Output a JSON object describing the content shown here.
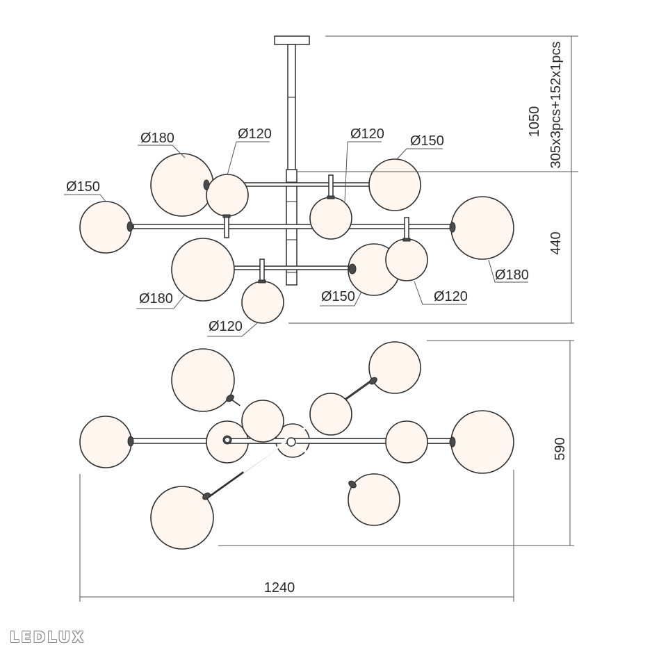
{
  "brand": "LEDLUX",
  "side_view": {
    "height_label": "1050",
    "rod_label": "305x3pcs+152x1pcs",
    "spread_height_label": "440",
    "globe_labels": {
      "l1": "Ø180",
      "l2": "Ø120",
      "l3": "Ø120",
      "l4": "Ø150",
      "l5": "Ø150",
      "l6": "Ø180",
      "l7": "Ø120",
      "l8": "Ø150",
      "l9": "Ø180",
      "l10": "Ø120"
    }
  },
  "top_view": {
    "depth_label": "590",
    "width_label": "1240"
  }
}
